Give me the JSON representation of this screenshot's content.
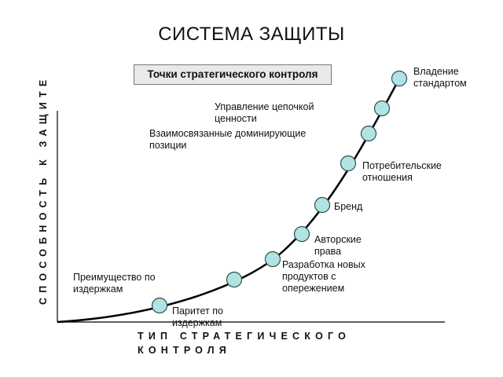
{
  "title": "СИСТЕМА ЗАЩИТЫ",
  "box_label": "Точки стратегического контроля",
  "x_axis_label": "ТИП СТРАТЕГИЧЕСКОГО КОНТРОЛЯ",
  "y_axis_label": "СПОСОБНОСТЬ К ЗАЩИТЕ",
  "labels": {
    "standards": "Владение стандартом",
    "value_chain": "Управление цепочкой ценности",
    "dominant": "Взаимосвязанные доминирующие позиции",
    "consumer": "Потребительские отношения",
    "brand": "Бренд",
    "copyright": "Авторские права",
    "new_products": "Разработка новых продуктов с опережением",
    "cost_advantage": "Преимущество по издержкам",
    "cost_parity": "Паритет по издержкам"
  },
  "colors": {
    "node_fill": "#b2e3e3",
    "node_stroke": "#2f4f4f",
    "curve": "#000000",
    "box_fill": "#e9e9e9"
  }
}
